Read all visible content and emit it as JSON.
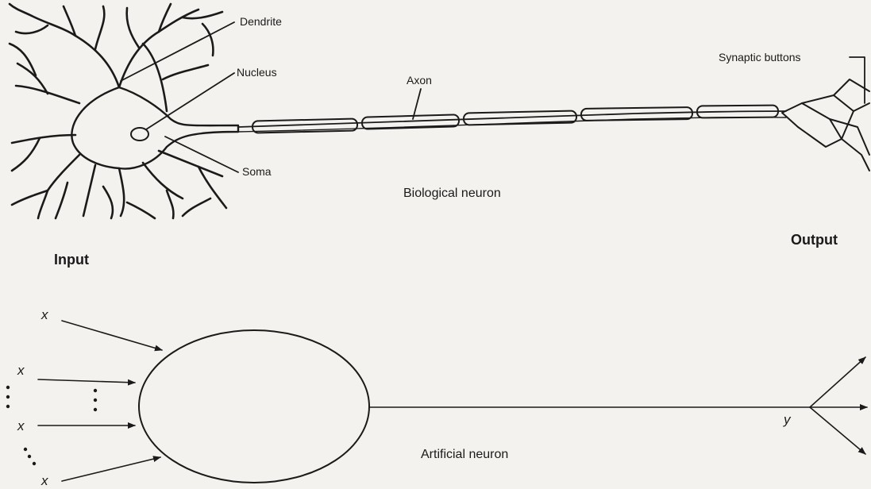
{
  "biological": {
    "labels": {
      "dendrite": "Dendrite",
      "nucleus": "Nucleus",
      "soma": "Soma",
      "axon": "Axon",
      "synaptic_buttons": "Synaptic buttons",
      "caption": "Biological neuron"
    }
  },
  "artificial": {
    "input_heading": "Input",
    "output_heading": "Output",
    "inputs": [
      "x",
      "x",
      "x",
      "x"
    ],
    "output_symbol": "y",
    "caption": "Artificial neuron"
  }
}
